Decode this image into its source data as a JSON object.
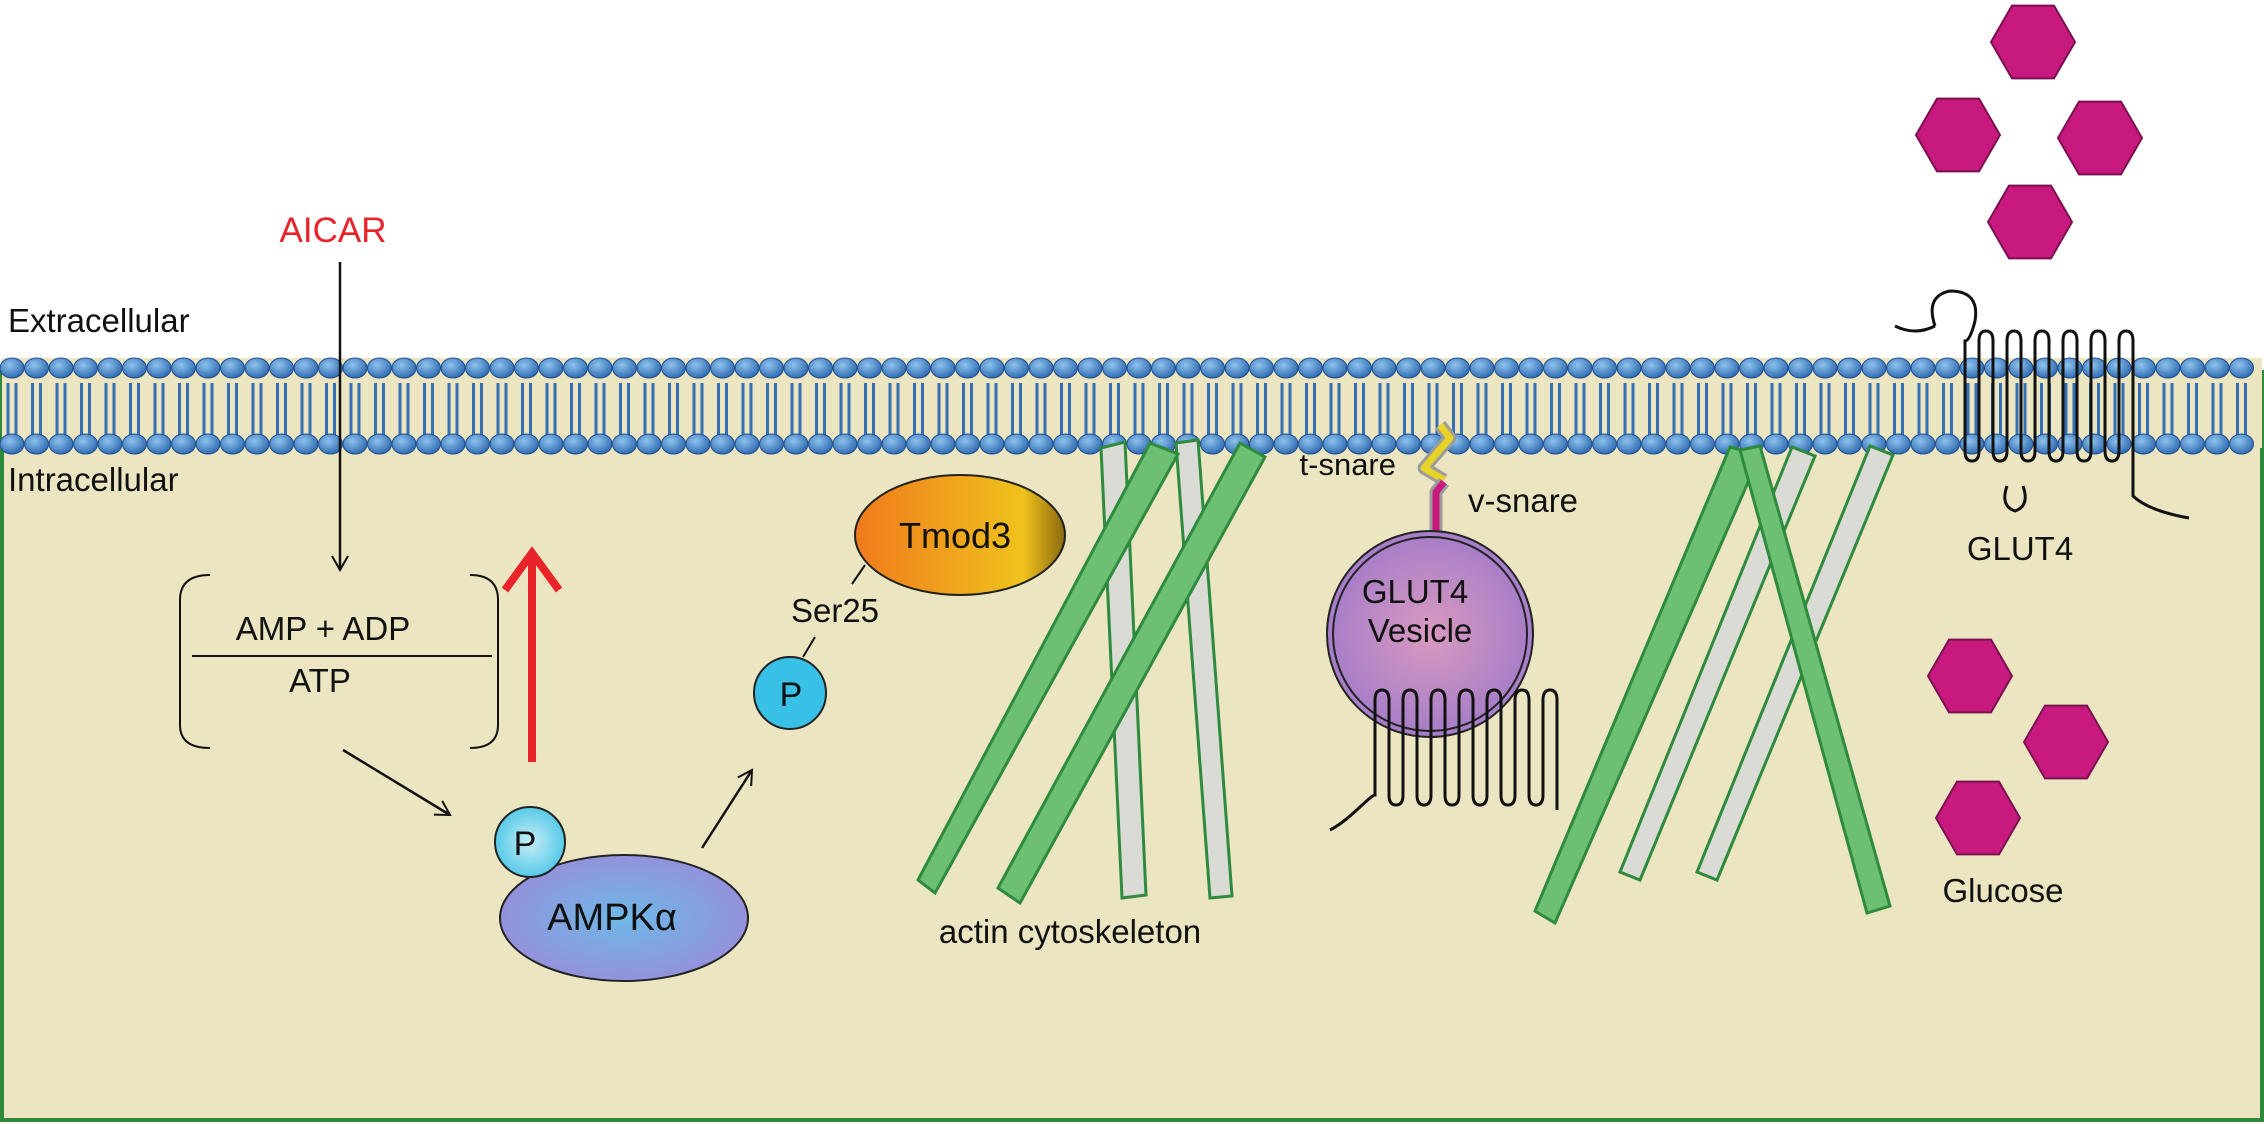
{
  "labels": {
    "extracellular": "Extracellular",
    "intracellular": "Intracellular",
    "aicar": "AICAR",
    "ratio_numerator": "AMP + ADP",
    "ratio_denominator": "ATP",
    "phospho_p": "P",
    "ampk": "AMPKα",
    "ser25": "Ser25",
    "tmod3": "Tmod3",
    "actin": "actin cytoskeleton",
    "t_snare": "t-snare",
    "v_snare": "v-snare",
    "vesicle_line1": "GLUT4",
    "vesicle_line2": "Vesicle",
    "glut4": "GLUT4",
    "glucose": "Glucose"
  },
  "colors": {
    "cytoplasm": "#ebe5c1",
    "membrane_border": "#2e8b3e",
    "lipid_head": "#3f7fc4",
    "aicar_text": "#e8232a",
    "up_arrow": "#e8232a",
    "glucose": "#c8197e",
    "actin_green": "#6dbf73",
    "actin_gray": "#d9dbd4",
    "ampk": "#8f8fd6",
    "phospho": "#39c0e6",
    "vesicle": "#b07bc4"
  }
}
